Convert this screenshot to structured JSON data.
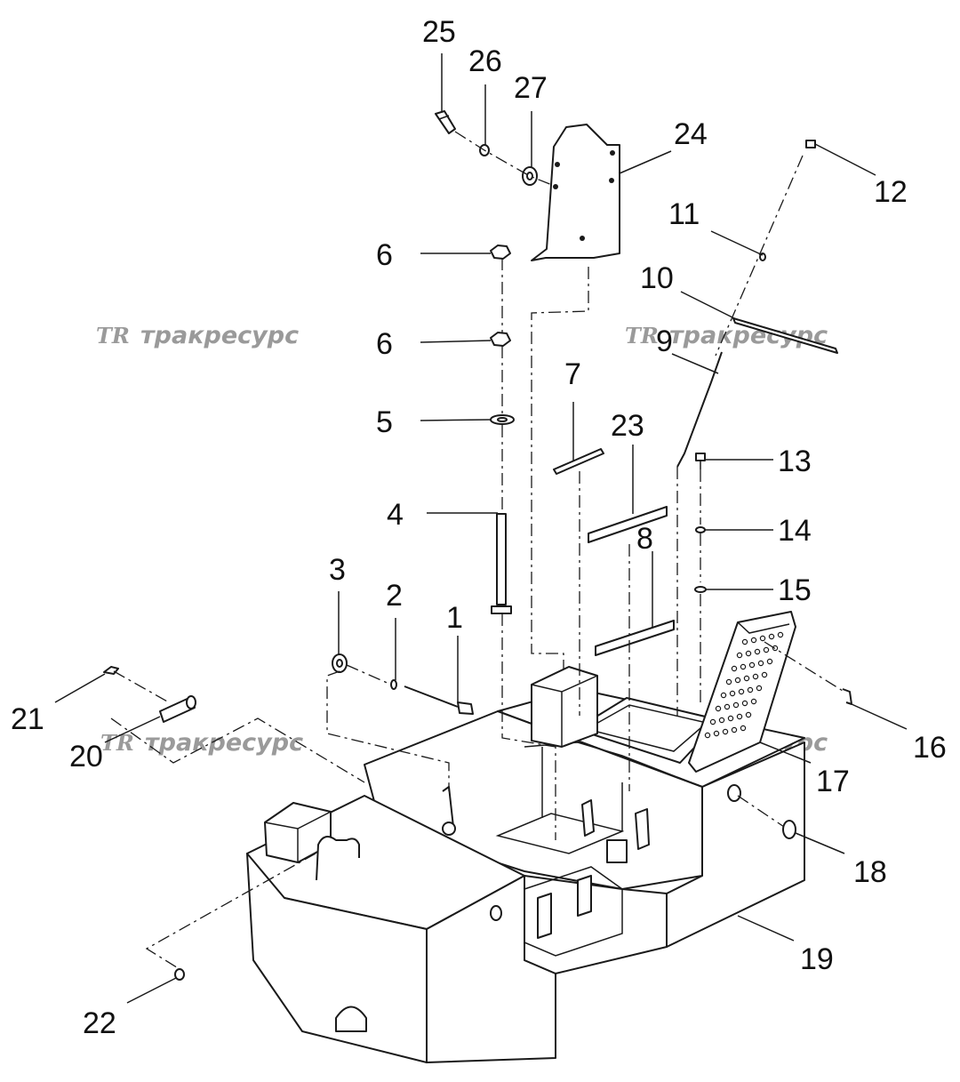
{
  "diagram": {
    "watermark": {
      "logo": "TR",
      "text": "тракресурс"
    },
    "callouts": [
      {
        "id": "c25",
        "label": "25"
      },
      {
        "id": "c26",
        "label": "26"
      },
      {
        "id": "c27",
        "label": "27"
      },
      {
        "id": "c24",
        "label": "24"
      },
      {
        "id": "c12",
        "label": "12"
      },
      {
        "id": "c11",
        "label": "11"
      },
      {
        "id": "c6a",
        "label": "6"
      },
      {
        "id": "c10",
        "label": "10"
      },
      {
        "id": "c6b",
        "label": "6"
      },
      {
        "id": "c9",
        "label": "9"
      },
      {
        "id": "c5",
        "label": "5"
      },
      {
        "id": "c7",
        "label": "7"
      },
      {
        "id": "c23",
        "label": "23"
      },
      {
        "id": "c13",
        "label": "13"
      },
      {
        "id": "c4",
        "label": "4"
      },
      {
        "id": "c14",
        "label": "14"
      },
      {
        "id": "c8",
        "label": "8"
      },
      {
        "id": "c3",
        "label": "3"
      },
      {
        "id": "c2",
        "label": "2"
      },
      {
        "id": "c1",
        "label": "1"
      },
      {
        "id": "c15",
        "label": "15"
      },
      {
        "id": "c21",
        "label": "21"
      },
      {
        "id": "c16",
        "label": "16"
      },
      {
        "id": "c20",
        "label": "20"
      },
      {
        "id": "c17",
        "label": "17"
      },
      {
        "id": "c18",
        "label": "18"
      },
      {
        "id": "c19",
        "label": "19"
      },
      {
        "id": "c22",
        "label": "22"
      }
    ]
  }
}
